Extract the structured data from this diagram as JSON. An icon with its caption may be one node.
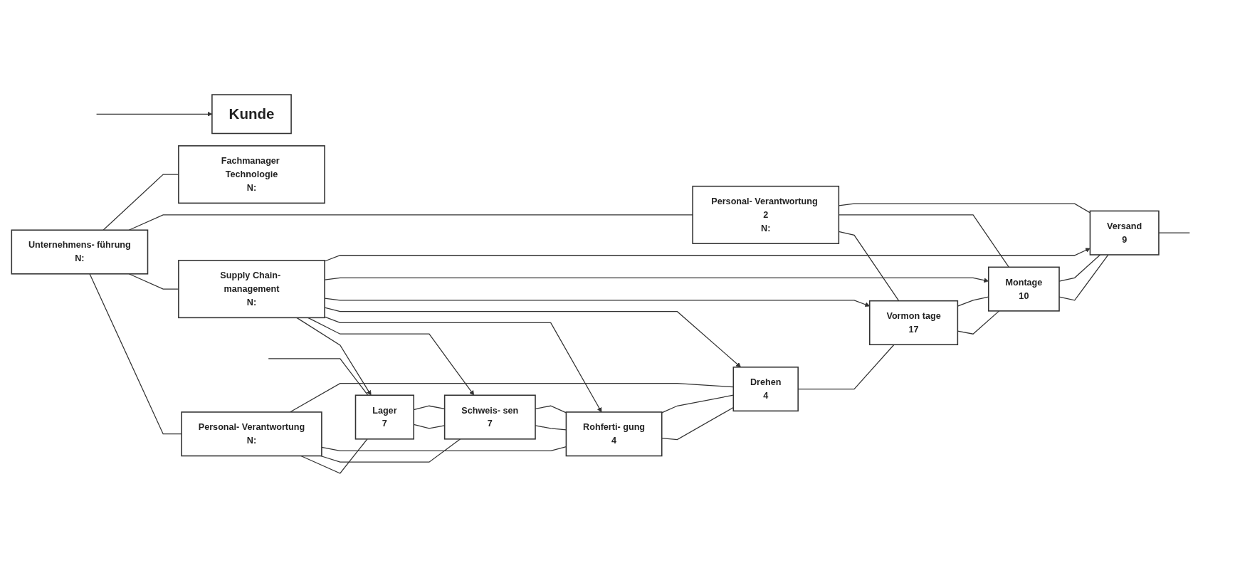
{
  "diagram": {
    "nodes": [
      {
        "text": [
          "Kunde"
        ]
      },
      {
        "text": [
          "Lager",
          "7"
        ]
      },
      {
        "text": [
          "Schweis- sen",
          "7"
        ]
      },
      {
        "text": [
          "Rohferti- gung",
          "4"
        ]
      },
      {
        "text": [
          "Drehen",
          "4"
        ]
      },
      {
        "text": [
          "Vormon tage",
          "17"
        ]
      },
      {
        "text": [
          "Montage",
          "10"
        ]
      },
      {
        "text": [
          "Versand",
          "9"
        ]
      },
      {
        "text": [
          "Personal- Verantwortung",
          "N:"
        ]
      },
      {
        "text": [
          "Supply Chain- management",
          "N:"
        ]
      },
      {
        "text": [
          "Personal- Verantwortung 2",
          "N:"
        ]
      },
      {
        "text": [
          "Fachmanager Technologie",
          "N:"
        ]
      },
      {
        "text": [
          "Unternehmens- führung",
          "N:"
        ]
      }
    ],
    "edges": [
      {
        "from": null,
        "to": 0,
        "arrow": "to"
      },
      {
        "from": null,
        "to": 1,
        "arrow": "none"
      },
      {
        "from": 1,
        "to": 2,
        "arrow": "none"
      },
      {
        "from": 1,
        "to": 2,
        "arrow": "none"
      },
      {
        "from": 2,
        "to": 3,
        "arrow": "none"
      },
      {
        "from": 2,
        "to": 3,
        "arrow": "none"
      },
      {
        "from": 3,
        "to": 4,
        "arrow": "none"
      },
      {
        "from": 3,
        "to": 4,
        "arrow": "none"
      },
      {
        "from": 4,
        "to": 5,
        "arrow": "none"
      },
      {
        "from": 5,
        "to": 6,
        "arrow": "none"
      },
      {
        "from": 5,
        "to": 6,
        "arrow": "none"
      },
      {
        "from": 6,
        "to": 7,
        "arrow": "none"
      },
      {
        "from": 6,
        "to": 7,
        "arrow": "none"
      },
      {
        "from": 7,
        "to": null,
        "arrow": "none"
      },
      {
        "from": 9,
        "to": 1,
        "arrow": "to"
      },
      {
        "from": 9,
        "to": 2,
        "arrow": "to"
      },
      {
        "from": 9,
        "to": 3,
        "arrow": "to"
      },
      {
        "from": 9,
        "to": 4,
        "arrow": "to"
      },
      {
        "from": 9,
        "to": 5,
        "arrow": "to"
      },
      {
        "from": 9,
        "to": 6,
        "arrow": "to"
      },
      {
        "from": 9,
        "to": 7,
        "arrow": "to"
      },
      {
        "from": 8,
        "to": 1,
        "arrow": "none"
      },
      {
        "from": 8,
        "to": 2,
        "arrow": "none"
      },
      {
        "from": 8,
        "to": 3,
        "arrow": "none"
      },
      {
        "from": 8,
        "to": 4,
        "arrow": "none"
      },
      {
        "from": 10,
        "to": 5,
        "arrow": "none"
      },
      {
        "from": 10,
        "to": 6,
        "arrow": "none"
      },
      {
        "from": 10,
        "to": 7,
        "arrow": "none"
      },
      {
        "from": 12,
        "to": 8,
        "arrow": "none"
      },
      {
        "from": 12,
        "to": 9,
        "arrow": "none"
      },
      {
        "from": 12,
        "to": 10,
        "arrow": "none"
      },
      {
        "from": 12,
        "to": 11,
        "arrow": "none"
      }
    ]
  }
}
